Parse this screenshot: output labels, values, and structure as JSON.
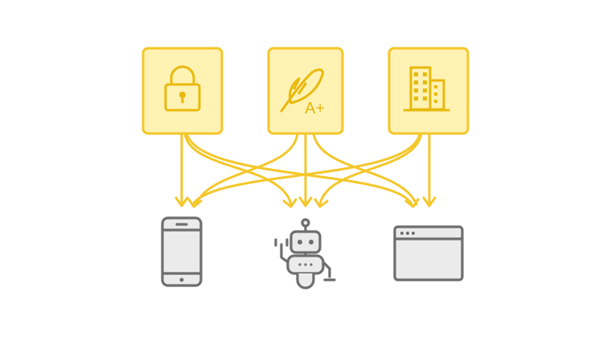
{
  "diagram": {
    "sources": [
      {
        "id": "security",
        "icon": "lock-icon"
      },
      {
        "id": "quality",
        "icon": "feather-grade-icon",
        "badge_text": "A+"
      },
      {
        "id": "organization",
        "icon": "office-building-icon"
      }
    ],
    "targets": [
      {
        "id": "mobile",
        "icon": "smartphone-icon"
      },
      {
        "id": "robot",
        "icon": "robot-icon"
      },
      {
        "id": "browser",
        "icon": "browser-window-icon"
      }
    ],
    "connections": [
      {
        "from": "security",
        "to": "mobile"
      },
      {
        "from": "security",
        "to": "robot"
      },
      {
        "from": "security",
        "to": "browser"
      },
      {
        "from": "quality",
        "to": "mobile"
      },
      {
        "from": "quality",
        "to": "robot"
      },
      {
        "from": "quality",
        "to": "browser"
      },
      {
        "from": "organization",
        "to": "mobile"
      },
      {
        "from": "organization",
        "to": "robot"
      },
      {
        "from": "organization",
        "to": "browser"
      }
    ],
    "colors": {
      "source_fill": "#FFF2B3",
      "source_stroke": "#F4C72A",
      "arrow": "#F4C72A",
      "target_stroke": "#6E6E6E",
      "target_fill": "#EBEBEB"
    }
  }
}
